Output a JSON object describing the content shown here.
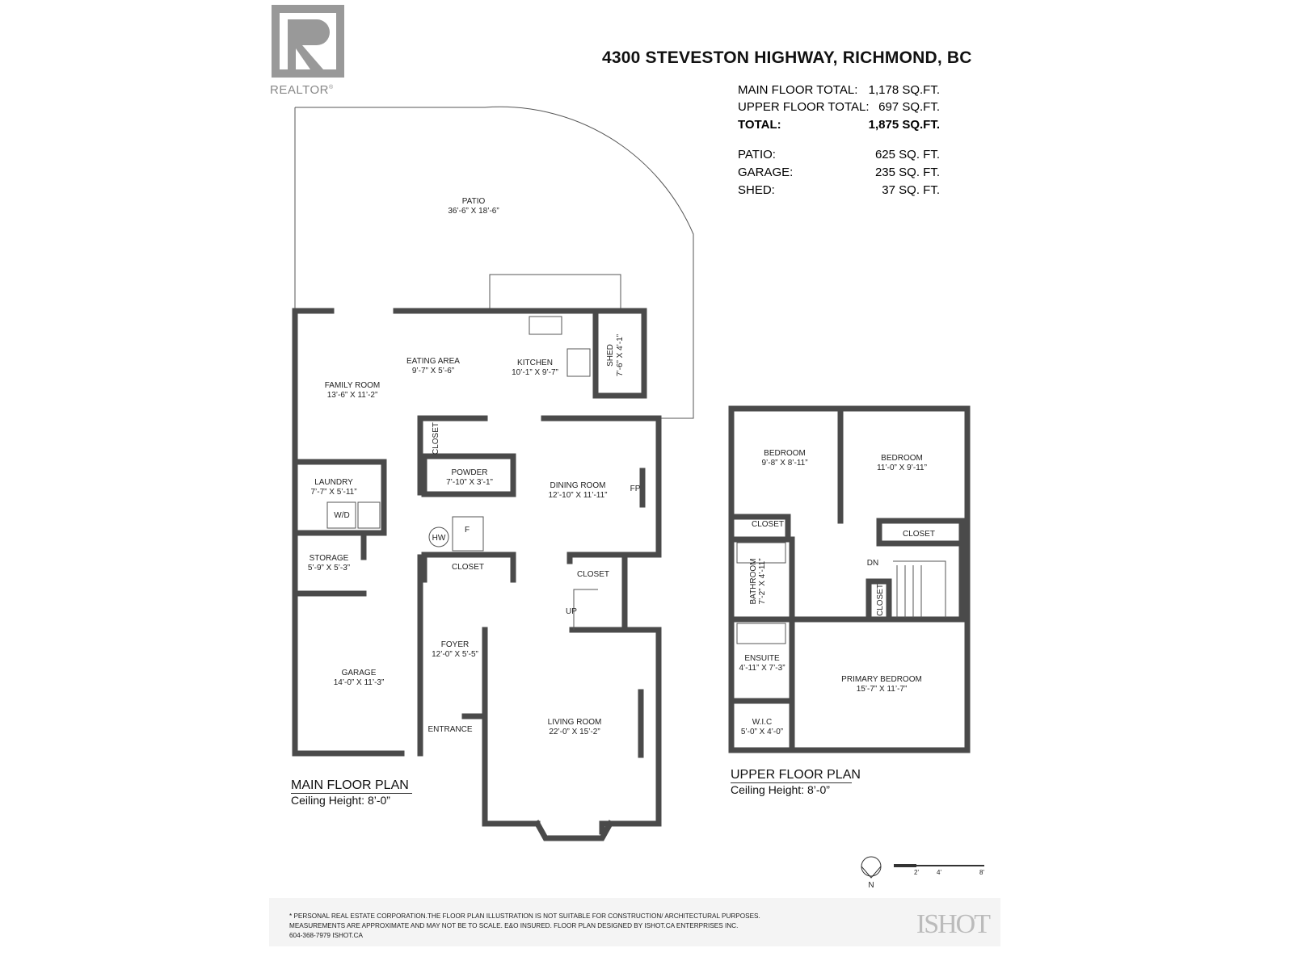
{
  "logo": {
    "text": "REALTOR",
    "mark": "®"
  },
  "title": "4300 STEVESTON HIGHWAY, RICHMOND, BC",
  "areas": [
    {
      "label": "MAIN FLOOR TOTAL:",
      "value": "1,178 SQ.FT.",
      "bold": false
    },
    {
      "label": "UPPER FLOOR TOTAL:",
      "value": "697 SQ.FT.",
      "bold": false
    },
    {
      "label": "TOTAL:",
      "value": "1,875 SQ.FT.",
      "bold": true
    },
    {
      "label": "PATIO:",
      "value": "625 SQ. FT.",
      "bold": false
    },
    {
      "label": "GARAGE:",
      "value": "235 SQ. FT.",
      "bold": false
    },
    {
      "label": "SHED:",
      "value": "37 SQ. FT.",
      "bold": false
    }
  ],
  "main_floor": {
    "title": "MAIN FLOOR PLAN",
    "ceiling": "Ceiling Height: 8’-0”",
    "rooms": [
      {
        "name": "PATIO",
        "dims": "36’-6” X 18’-6”"
      },
      {
        "name": "EATING AREA",
        "dims": "9’-7” X 5’-6”"
      },
      {
        "name": "KITCHEN",
        "dims": "10’-1” X 9’-7”"
      },
      {
        "name": "SHED",
        "dims": "7’-6” X 4’-1”"
      },
      {
        "name": "FAMILY ROOM",
        "dims": "13’-6” X 11’-2”"
      },
      {
        "name": "LAUNDRY",
        "dims": "7’-7” X 5’-11”"
      },
      {
        "name": "POWDER",
        "dims": "7’-10” X 3’-1”"
      },
      {
        "name": "DINING ROOM",
        "dims": "12’-10” X 11’-11”"
      },
      {
        "name": "STORAGE",
        "dims": "5’-9” X 5’-3”"
      },
      {
        "name": "FOYER",
        "dims": "12’-0” X 5’-5”"
      },
      {
        "name": "GARAGE",
        "dims": "14’-0” X 11’-3”"
      },
      {
        "name": "LIVING ROOM",
        "dims": "22’-0” X 15’-2”"
      }
    ],
    "labels": {
      "closet": "CLOSET",
      "entrance": "ENTRANCE",
      "fp": "FP",
      "wd": "W/D",
      "hw": "HW",
      "f": "F",
      "up": "UP"
    }
  },
  "upper_floor": {
    "title": "UPPER FLOOR PLAN",
    "ceiling": "Ceiling Height: 8’-0”",
    "rooms": [
      {
        "name": "BEDROOM",
        "dims": "9’-8” X 8’-11”"
      },
      {
        "name": "BEDROOM",
        "dims": "11’-0” X 9’-11”"
      },
      {
        "name": "BATHROOM",
        "dims": "7’-2” X 4’-11”"
      },
      {
        "name": "ENSUITE",
        "dims": "4’-11” X 7’-3”"
      },
      {
        "name": "PRIMARY BEDROOM",
        "dims": "15’-7” X 11’-7”"
      },
      {
        "name": "W.I.C",
        "dims": "5’-0” X 4’-0”"
      }
    ],
    "labels": {
      "closet": "CLOSET",
      "dn": "DN"
    }
  },
  "scale": {
    "north": "N",
    "ticks": [
      "2'",
      "4'",
      "8'"
    ]
  },
  "footer": {
    "line1": "* PERSONAL REAL ESTATE CORPORATION.THE FLOOR PLAN ILLUSTRATION IS NOT SUITABLE FOR CONSTRUCTION/ ARCHITECTURAL PURPOSES.",
    "line2": "MEASUREMENTS ARE APPROXIMATE AND MAY NOT BE TO SCALE. E&O INSURED. FLOOR PLAN DESIGNED BY ISHOT.CA ENTERPRISES INC.",
    "line3": "604-368-7979  ISHOT.CA",
    "brand": "ISHOT"
  }
}
